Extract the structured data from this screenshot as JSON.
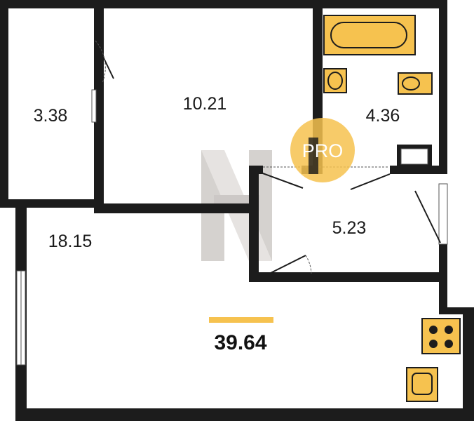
{
  "plan": {
    "rooms": [
      {
        "id": "storage",
        "area": "3.38"
      },
      {
        "id": "bedroom",
        "area": "10.21"
      },
      {
        "id": "bathroom",
        "area": "4.36"
      },
      {
        "id": "hallway",
        "area": "5.23"
      },
      {
        "id": "living",
        "area": "18.15"
      }
    ],
    "total_area": "39.64",
    "badge": "PRO",
    "colors": {
      "wall": "#1c1c1c",
      "accent": "#f6c24f",
      "badge": "#f6c24f"
    }
  }
}
